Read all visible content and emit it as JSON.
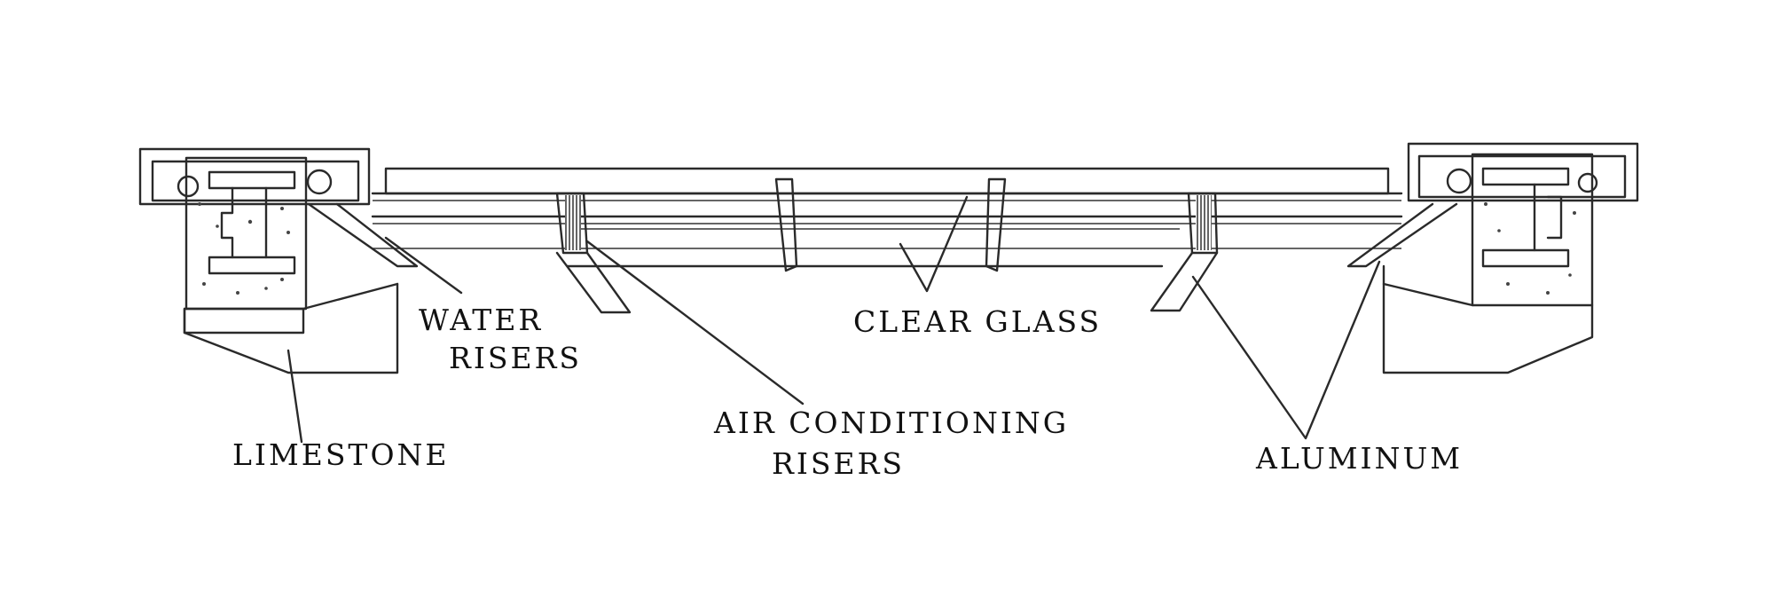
{
  "diagram": {
    "labels": {
      "water_line1": "WATER",
      "water_line2": "RISERS",
      "limestone": "LIMESTONE",
      "air_line1": "AIR CONDITIONING",
      "air_line2": "RISERS",
      "clear_glass": "CLEAR GLASS",
      "aluminum": "ALUMINUM"
    }
  }
}
